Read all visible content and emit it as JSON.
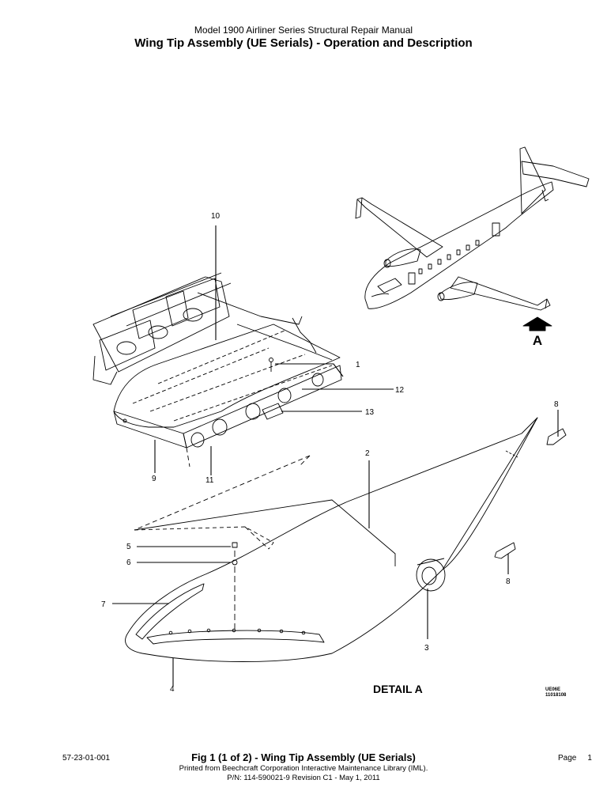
{
  "header": {
    "manual_title": "Model 1900 Airliner Series Structural Repair Manual",
    "section_title": "Wing Tip Assembly (UE Serials) - Operation and Description"
  },
  "drawing": {
    "callouts": [
      "1",
      "2",
      "3",
      "4",
      "5",
      "6",
      "7",
      "8",
      "8",
      "9",
      "10",
      "11",
      "12",
      "13"
    ],
    "view_marker": "A",
    "detail_label": "DETAIL A",
    "drawing_code_line1": "UE06E",
    "drawing_code_line2": "11018108"
  },
  "footer": {
    "doc_code": "57-23-01-001",
    "figure_caption": "Fig 1 (1 of 2) - Wing Tip Assembly (UE Serials)",
    "page_label": "Page",
    "page_number": "1",
    "printed_from": "Printed from Beechcraft Corporation Interactive Maintenance Library (IML).",
    "part_number": "P/N: 114-590021-9 Revision C1 - May 1, 2011"
  }
}
